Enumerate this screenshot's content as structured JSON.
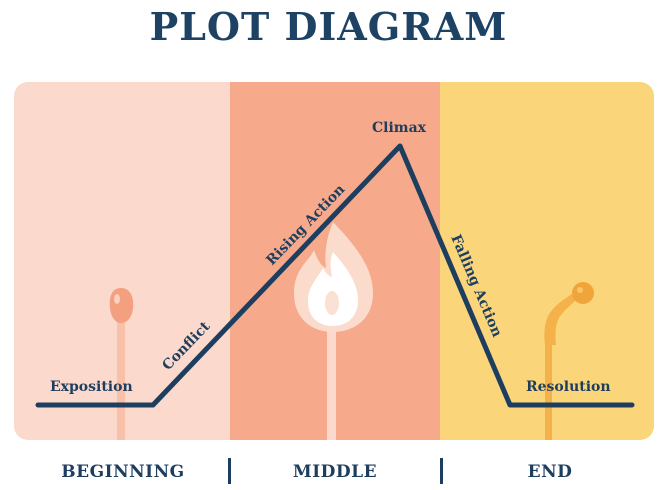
{
  "title": "PLOT DIAGRAM",
  "stages": {
    "exposition": "Exposition",
    "conflict": "Conflict",
    "rising_action": "Rising Action",
    "climax": "Climax",
    "falling_action": "Falling Action",
    "resolution": "Resolution"
  },
  "sections": {
    "beginning": "BEGINNING",
    "middle": "MIDDLE",
    "end": "END"
  },
  "icons": [
    "unlit-match-icon",
    "burning-match-icon",
    "burnt-match-icon"
  ],
  "colors": {
    "title": "#1d4263",
    "line": "#1d3e5e",
    "beginning_panel": "#fbd9cc",
    "middle_panel": "#f6a98b",
    "end_panel": "#fbd57a"
  }
}
